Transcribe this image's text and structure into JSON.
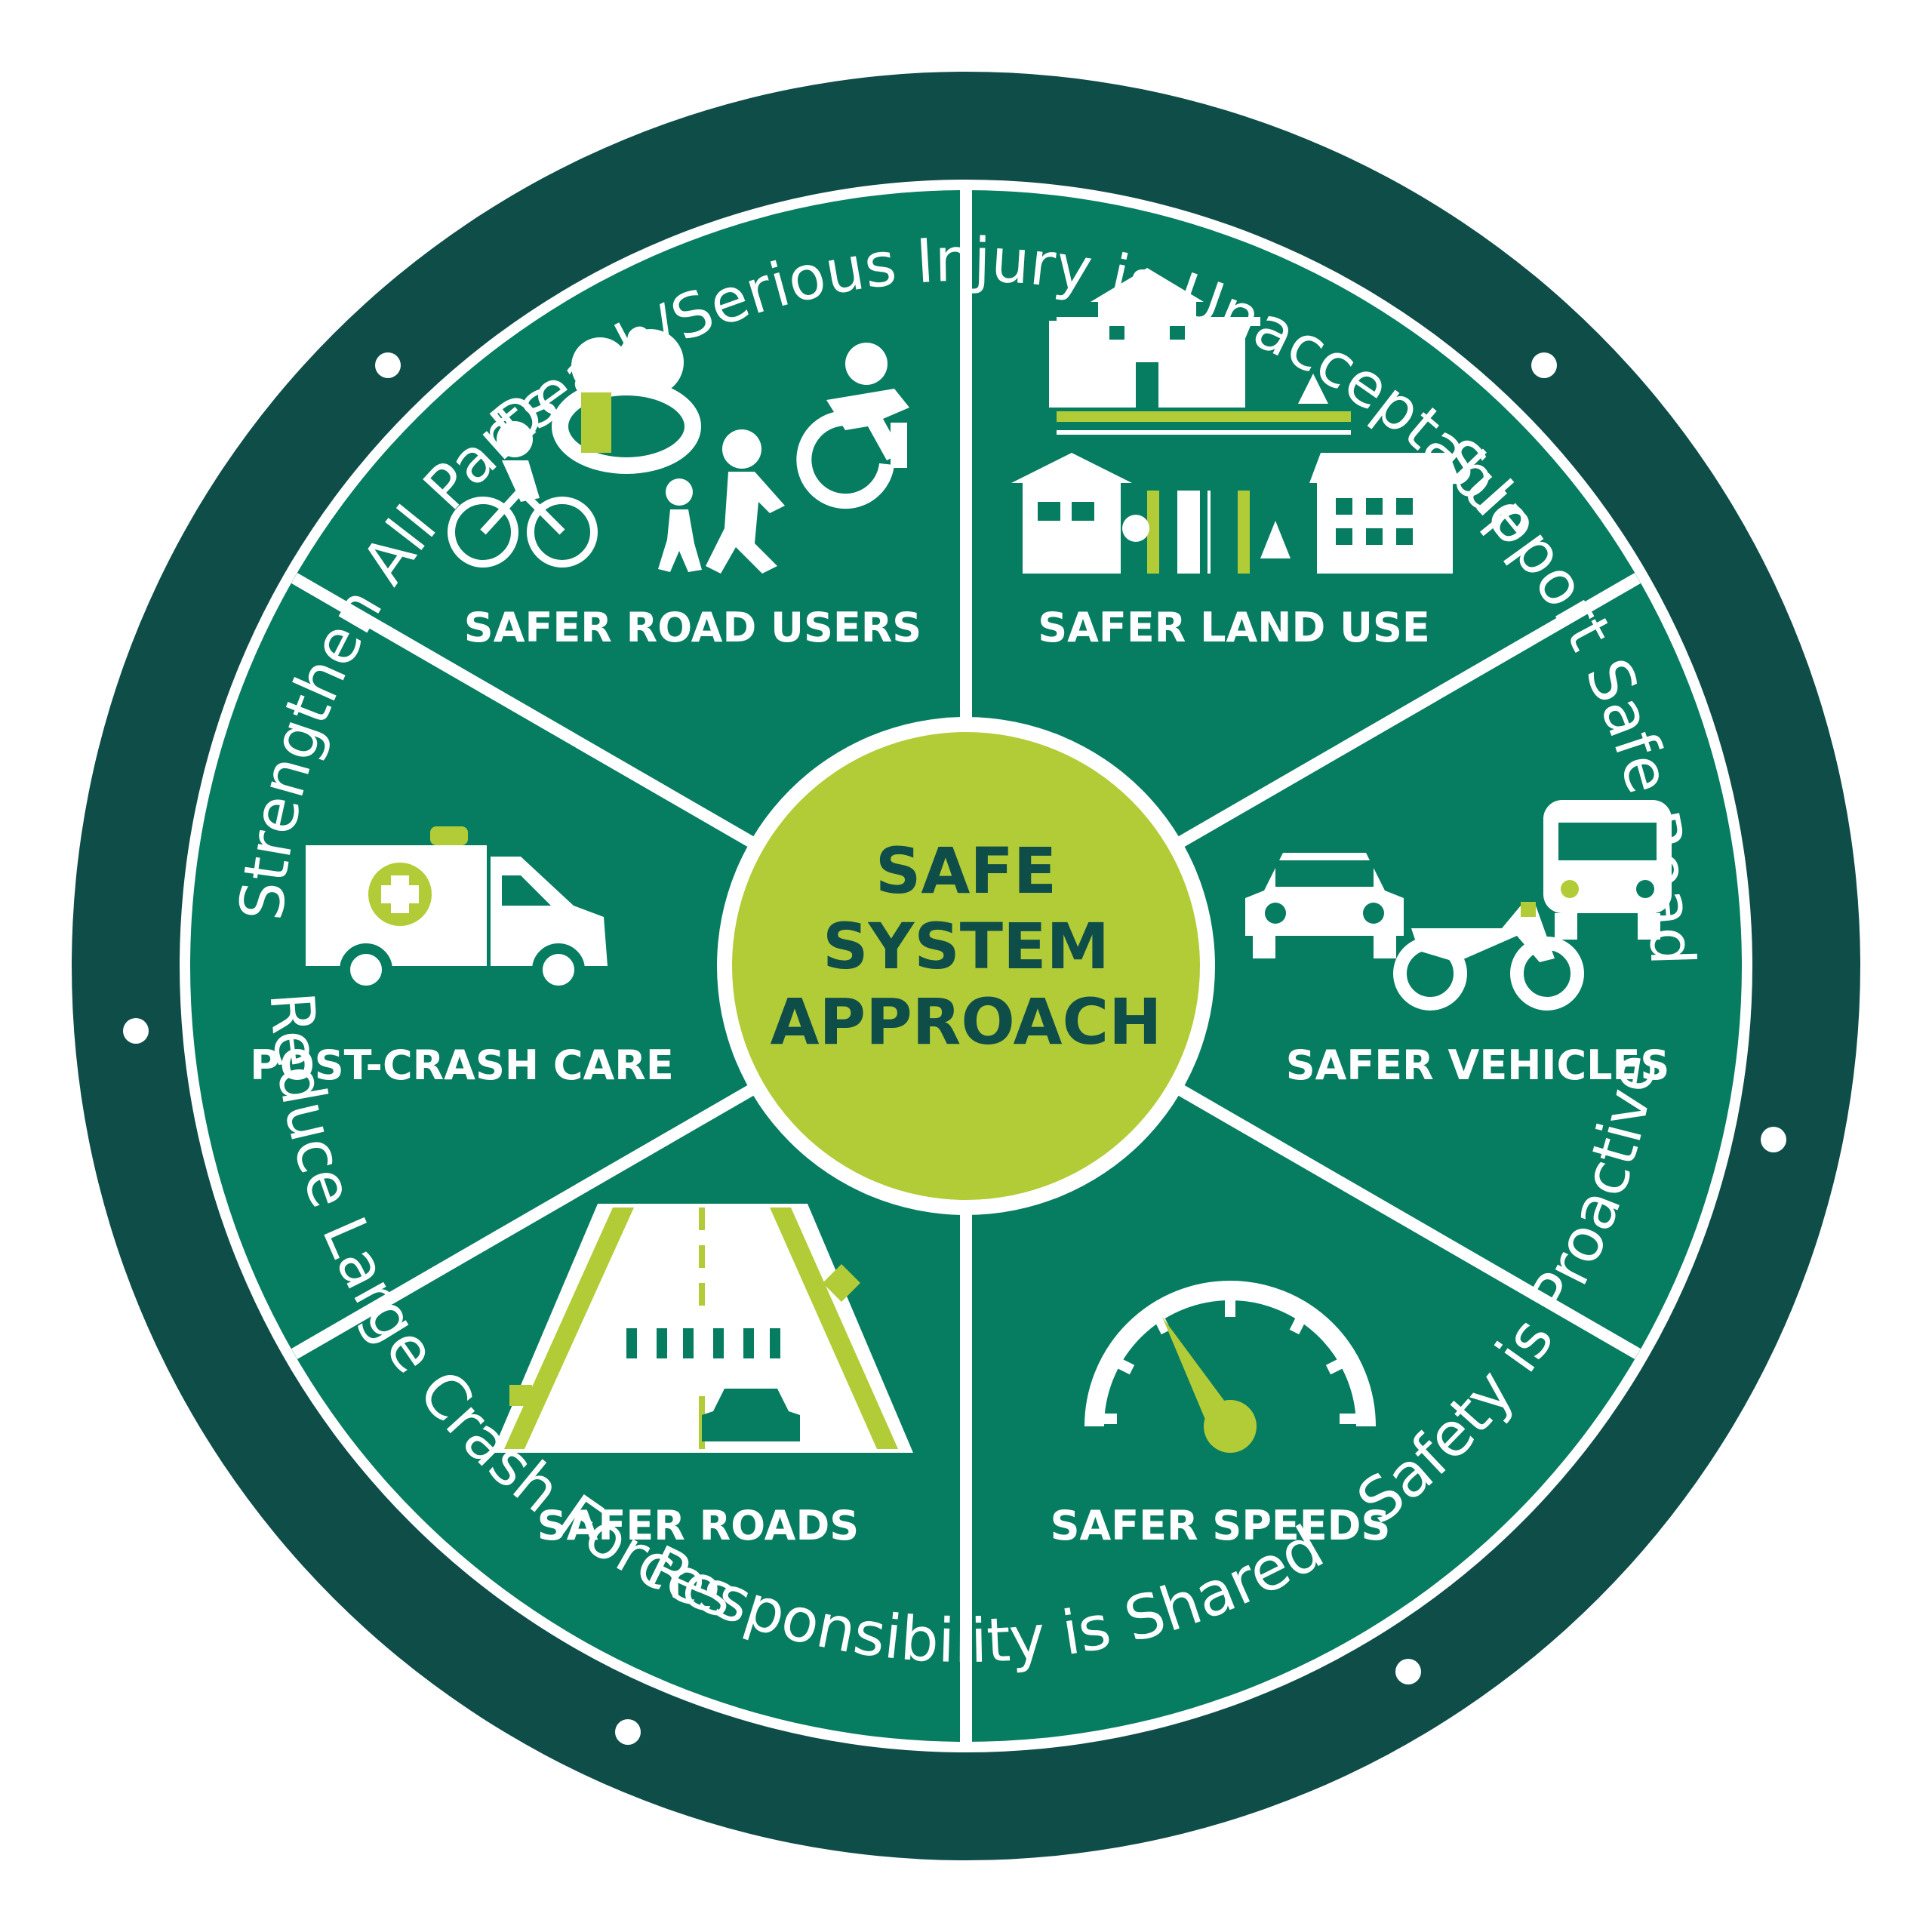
{
  "colors": {
    "outer_ring": "#0f4d49",
    "segment": "#067c61",
    "divider": "#ffffff",
    "center": "#b2cc37",
    "accent": "#b2cc37",
    "center_text": "#0f4d49",
    "icon": "#ffffff"
  },
  "ring": {
    "principles": [
      "Death/Serious Injury is Unacceptable",
      "Support Safe Road Use",
      "Safety is Proactive",
      "Responsibility is Shared",
      "Reduce Large Crash Forces",
      "Strengthen All Parts"
    ]
  },
  "center": {
    "lines": [
      "SAFE",
      "SYSTEM",
      "APPROACH"
    ]
  },
  "segments": {
    "road_users": {
      "label": "SAFER ROAD USERS",
      "icon": "pedestrian-cyclist-wheelchair-icon"
    },
    "land_use": {
      "label": "SAFER LAND USE",
      "icon": "buildings-street-icon"
    },
    "vehicles": {
      "label": "SAFER VEHICLES",
      "icon": "car-bus-motorcycle-icon"
    },
    "speeds": {
      "label": "SAFER SPEEDS",
      "icon": "speedometer-icon"
    },
    "roads": {
      "label": "SAFER ROADS",
      "icon": "road-crosswalk-icon"
    },
    "post_crash": {
      "label": "POST-CRASH CARE",
      "icon": "ambulance-icon"
    }
  }
}
